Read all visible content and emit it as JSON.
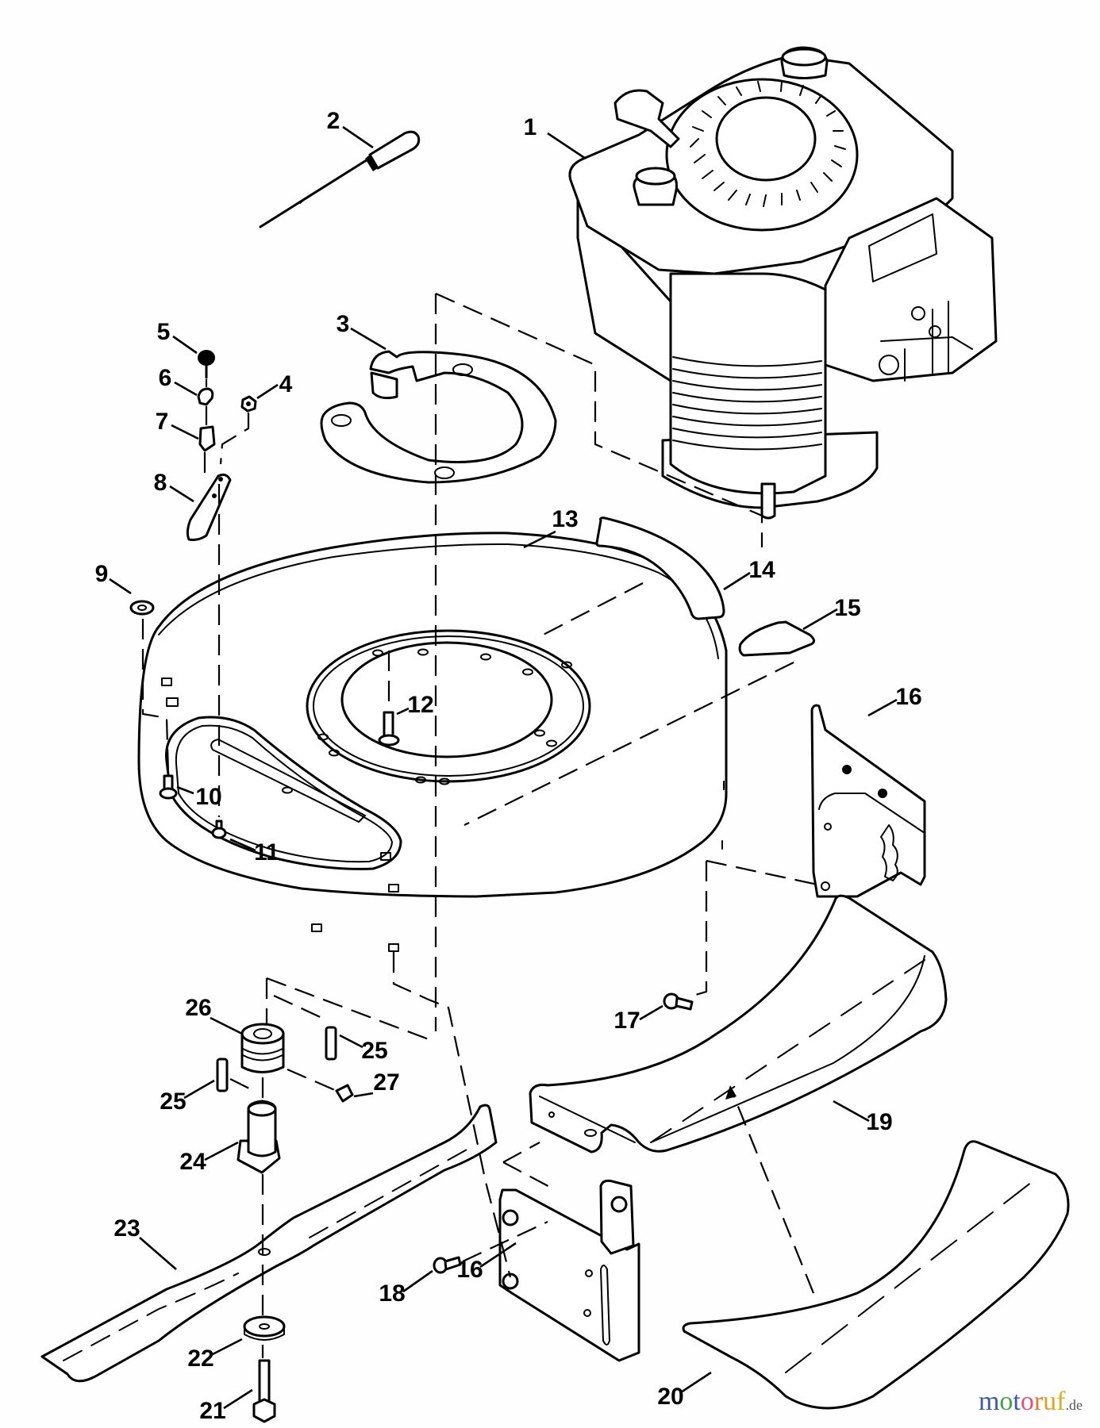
{
  "diagram": {
    "title": "Mower deck and engine exploded parts diagram",
    "callouts": [
      {
        "id": "1",
        "label": "1",
        "part": "engine"
      },
      {
        "id": "2",
        "label": "2",
        "part": "control-cable"
      },
      {
        "id": "3",
        "label": "3",
        "part": "deck-ring"
      },
      {
        "id": "4",
        "label": "4",
        "part": "nut"
      },
      {
        "id": "5",
        "label": "5",
        "part": "screw"
      },
      {
        "id": "6",
        "label": "6",
        "part": "clip"
      },
      {
        "id": "7",
        "label": "7",
        "part": "cable-clamp"
      },
      {
        "id": "8",
        "label": "8",
        "part": "bracket"
      },
      {
        "id": "9",
        "label": "9",
        "part": "lock-washer"
      },
      {
        "id": "10",
        "label": "10",
        "part": "bolt"
      },
      {
        "id": "11",
        "label": "11",
        "part": "screw"
      },
      {
        "id": "12",
        "label": "12",
        "part": "engine-bolt"
      },
      {
        "id": "13",
        "label": "13",
        "part": "deck-housing"
      },
      {
        "id": "14",
        "label": "14",
        "part": "decal-curved"
      },
      {
        "id": "15",
        "label": "15",
        "part": "decal-small"
      },
      {
        "id": "16a",
        "label": "16",
        "part": "wheel-bracket-right"
      },
      {
        "id": "16b",
        "label": "16",
        "part": "wheel-bracket-left"
      },
      {
        "id": "17",
        "label": "17",
        "part": "screw"
      },
      {
        "id": "18",
        "label": "18",
        "part": "screw"
      },
      {
        "id": "19",
        "label": "19",
        "part": "rear-shield"
      },
      {
        "id": "20",
        "label": "20",
        "part": "rear-flap"
      },
      {
        "id": "21",
        "label": "21",
        "part": "blade-bolt"
      },
      {
        "id": "22",
        "label": "22",
        "part": "washer"
      },
      {
        "id": "23",
        "label": "23",
        "part": "blade"
      },
      {
        "id": "24",
        "label": "24",
        "part": "blade-adapter"
      },
      {
        "id": "25a",
        "label": "25",
        "part": "key"
      },
      {
        "id": "25b",
        "label": "25",
        "part": "key"
      },
      {
        "id": "26",
        "label": "26",
        "part": "pulley"
      },
      {
        "id": "27",
        "label": "27",
        "part": "set-screw"
      }
    ]
  },
  "watermark": {
    "brand_letters": [
      {
        "ch": "m",
        "color": "#3b5aa8"
      },
      {
        "ch": "o",
        "color": "#4aa14a"
      },
      {
        "ch": "t",
        "color": "#3b5aa8"
      },
      {
        "ch": "o",
        "color": "#e0507a"
      },
      {
        "ch": "r",
        "color": "#e07a2a"
      },
      {
        "ch": "u",
        "color": "#e0a020"
      },
      {
        "ch": "f",
        "color": "#d8b020"
      }
    ],
    "suffix": ".de"
  }
}
